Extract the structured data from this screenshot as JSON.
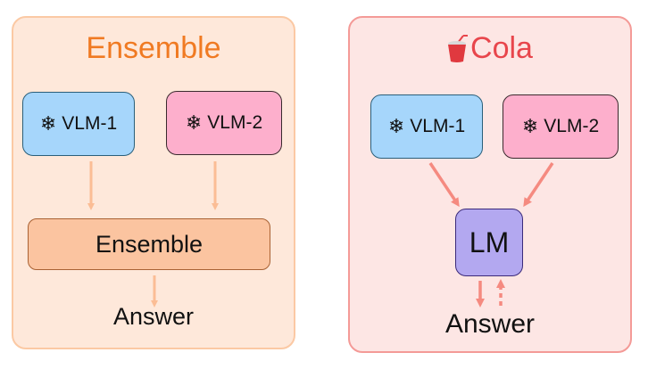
{
  "ensemble_panel": {
    "title": "Ensemble",
    "vlm1": {
      "icon": "snowflake-icon",
      "label": "VLM-1"
    },
    "vlm2": {
      "icon": "snowflake-icon",
      "label": "VLM-2"
    },
    "aggregator": "Ensemble",
    "answer": "Answer"
  },
  "cola_panel": {
    "title_icon": "cola-cup-icon",
    "title": "Cola",
    "vlm1": {
      "icon": "snowflake-icon",
      "label": "VLM-1"
    },
    "vlm2": {
      "icon": "snowflake-icon",
      "label": "VLM-2"
    },
    "coordinator": "LM",
    "answer": "Answer"
  },
  "colors": {
    "ensemble_accent": "#f07a22",
    "cola_accent": "#e8464c",
    "vlm1_fill": "#a6d6fb",
    "vlm2_fill": "#fdafcc",
    "lm_fill": "#b3a8f0",
    "ensemble_arrow": "#fbbd95",
    "cola_arrow": "#f58a80"
  }
}
